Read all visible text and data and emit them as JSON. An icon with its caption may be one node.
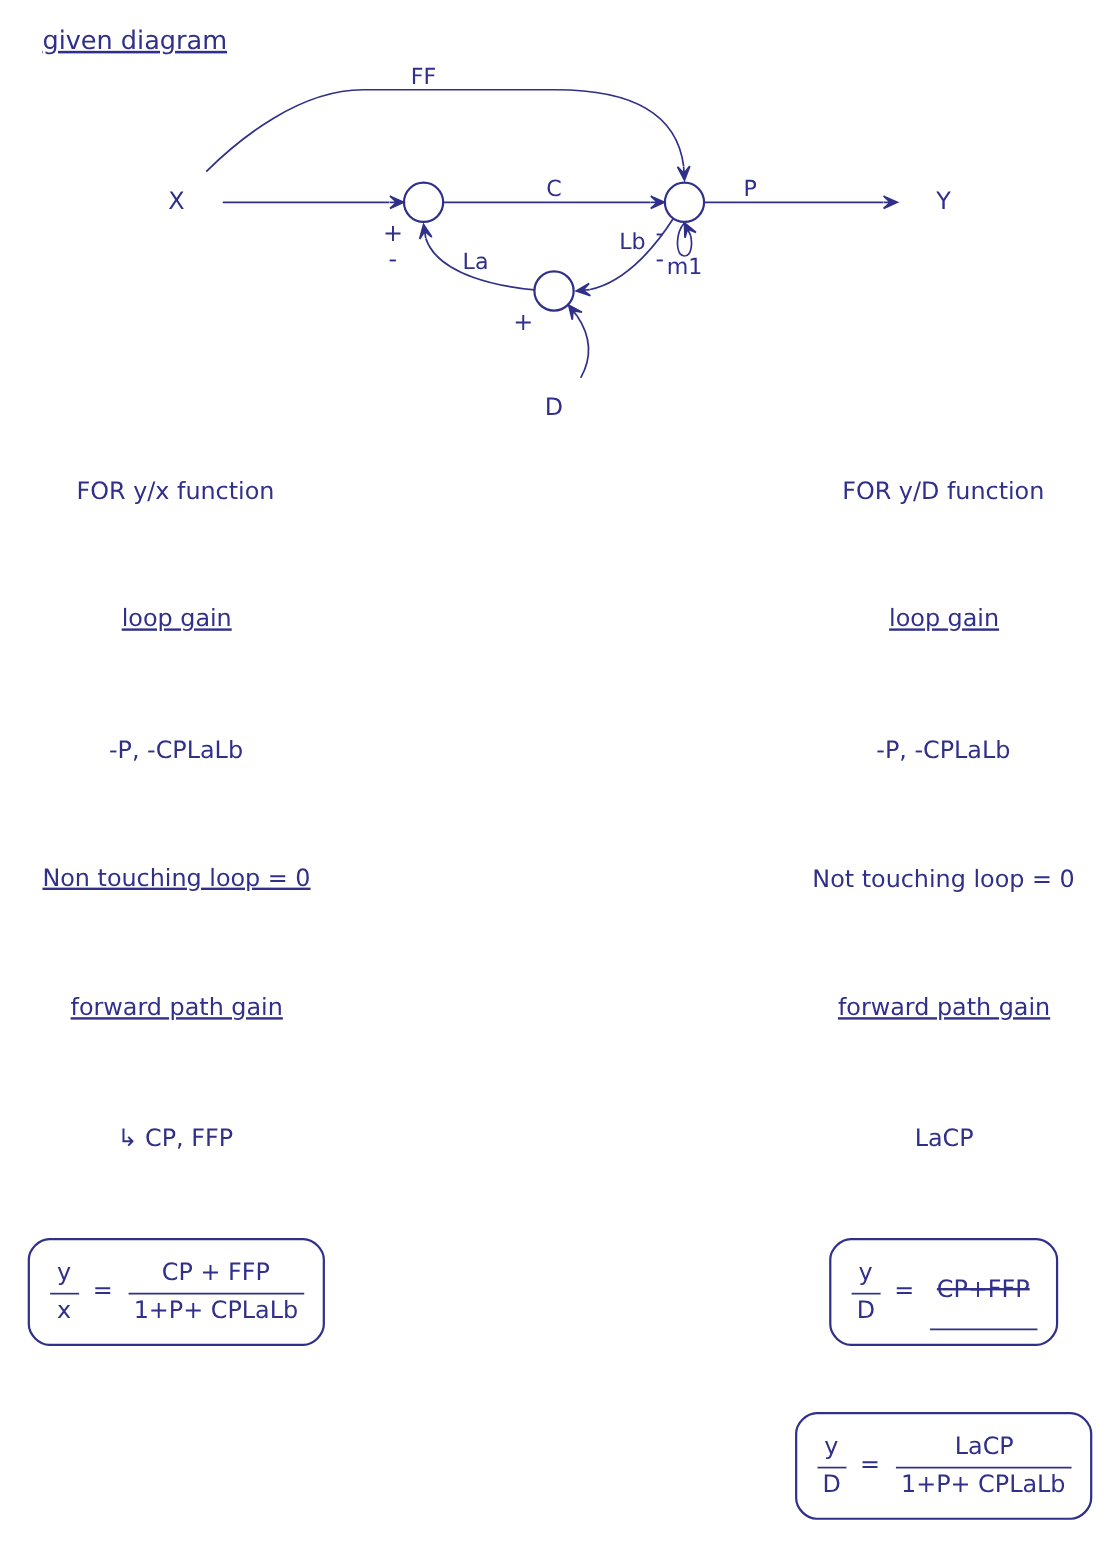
{
  "diagram": {
    "title": "given diagram",
    "nodes": [
      {
        "text": [
          "X"
        ]
      },
      {
        "text": [],
        "shape": "circle",
        "beside": [
          "+",
          "-"
        ]
      },
      {
        "text": [],
        "shape": "circle",
        "beside": [
          "-",
          "-"
        ]
      },
      {
        "text": [
          "Y"
        ]
      },
      {
        "text": [],
        "shape": "circle",
        "beside": [
          "+"
        ]
      },
      {
        "text": [
          "D"
        ]
      },
      {
        "text": [
          "y",
          "x",
          "=",
          "CP + FFP",
          "1+P+ CPLaLb"
        ]
      },
      {
        "text": [
          "y",
          "D",
          "=",
          "CP+FFP"
        ]
      },
      {
        "text": [
          "y",
          "D",
          "=",
          "LaCP",
          "1+P+ CPLaLb"
        ]
      }
    ],
    "edges": [
      {
        "from": 0,
        "to": 1,
        "arrow": "to"
      },
      {
        "from": 0,
        "to": 2,
        "arrow": "to",
        "label": "FF"
      },
      {
        "from": 1,
        "to": 2,
        "arrow": "to",
        "label": "C"
      },
      {
        "from": 2,
        "to": 3,
        "arrow": "to",
        "label": "P"
      },
      {
        "from": 2,
        "to": 2,
        "arrow": "to",
        "label": "m1"
      },
      {
        "from": 2,
        "to": 4,
        "arrow": "to",
        "label": "Lb"
      },
      {
        "from": 4,
        "to": 1,
        "arrow": "to",
        "label": "La"
      },
      {
        "from": 5,
        "to": 4,
        "arrow": "to"
      }
    ],
    "labels": [
      "FOR y/x function",
      "loop gain",
      "-P, -CPLaLb",
      "Non touching loop = 0",
      "forward path gain",
      "↳ CP, FFP",
      "FOR y/D function",
      "loop gain",
      "-P, -CPLaLb",
      "Not touching loop = 0",
      "forward path gain",
      "LaCP"
    ]
  }
}
